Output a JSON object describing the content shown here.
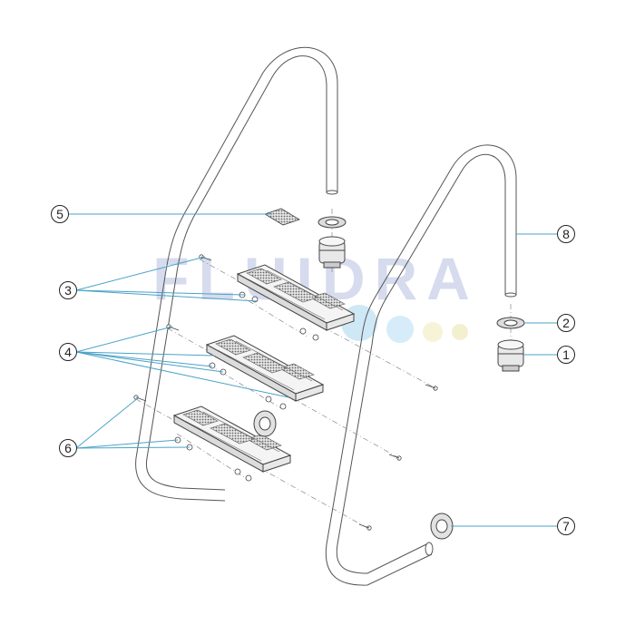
{
  "brand": {
    "watermark_text": "FLUIDRA",
    "watermark_color": "#d6dbee",
    "dot_colors": [
      "#cfe8f6",
      "#d6ecf8",
      "#f6f3d6",
      "#f3f0cf"
    ]
  },
  "colors": {
    "line": "#444444",
    "leader": "#4aa3c7",
    "tread_fill": "#f2f2f2",
    "tread_texture": "#777777"
  },
  "callouts": [
    {
      "id": "1",
      "label": "1"
    },
    {
      "id": "2",
      "label": "2"
    },
    {
      "id": "3",
      "label": "3"
    },
    {
      "id": "4",
      "label": "4"
    },
    {
      "id": "5",
      "label": "5"
    },
    {
      "id": "6",
      "label": "6"
    },
    {
      "id": "7",
      "label": "7"
    },
    {
      "id": "8",
      "label": "8"
    }
  ]
}
